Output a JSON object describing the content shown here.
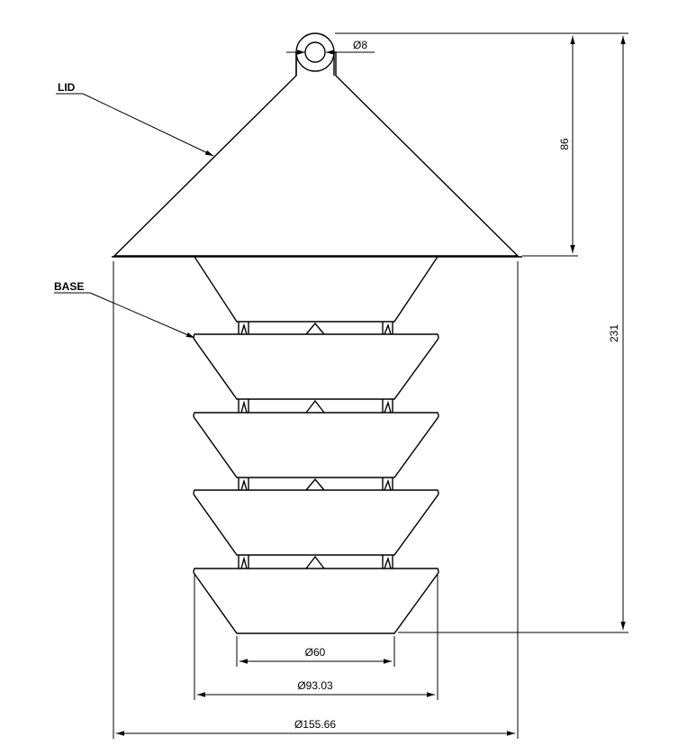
{
  "labels": {
    "lid": "LID",
    "base": "BASE"
  },
  "dimensions": {
    "eye_diameter": "Ø8",
    "lid_height": "86",
    "total_height": "231",
    "inner_diameter": "Ø60",
    "base_diameter": "Ø93.03",
    "lid_diameter": "Ø155.66"
  },
  "colors": {
    "line": "#000000",
    "background": "#ffffff"
  }
}
